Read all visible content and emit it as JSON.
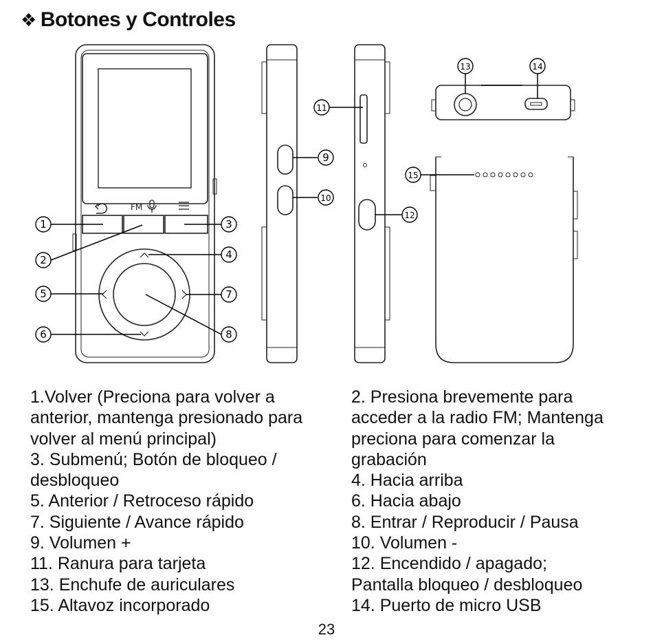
{
  "header": {
    "bullet": "❖",
    "title": "Botones y Controles"
  },
  "device": {
    "front_label": "FM"
  },
  "callouts": [
    "1",
    "2",
    "3",
    "4",
    "5",
    "6",
    "7",
    "8",
    "9",
    "10",
    "11",
    "12",
    "13",
    "14",
    "15"
  ],
  "legend": {
    "left": [
      "1.Volver (Preciona para volver a",
      "anterior, mantenga presionado para",
      "volver al menú principal)",
      "3. Submenú; Botón de bloqueo /",
      "desbloqueo",
      "5. Anterior / Retroceso rápido",
      "7. Siguiente / Avance rápido",
      "9. Volumen +",
      "11. Ranura para tarjeta",
      "13. Enchufe de auriculares",
      "15. Altavoz incorporado"
    ],
    "right": [
      "2. Presiona brevemente para",
      "acceder a la radio FM; Mantenga",
      "preciona para comenzar la",
      "grabación",
      "4. Hacia arriba",
      "6. Hacia abajo",
      "8. Entrar / Reproducir / Pausa",
      "10. Volumen -",
      "12. Encendido / apagado;",
      "Pantalla bloqueo / desbloqueo",
      "14. Puerto de micro USB"
    ]
  },
  "page_number": "23"
}
